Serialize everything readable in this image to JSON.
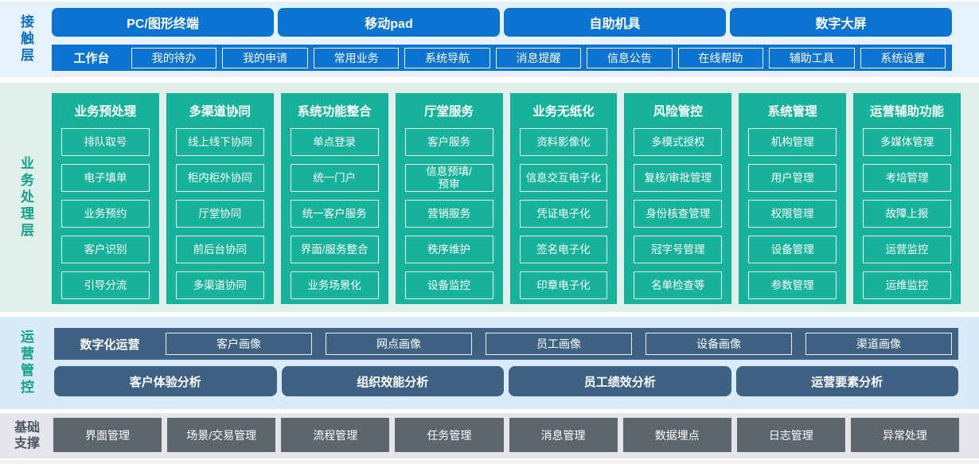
{
  "sections": {
    "contact": {
      "label": "接触层",
      "channels": [
        "PC/图形终端",
        "移动pad",
        "自助机具",
        "数字大屏"
      ],
      "workbench": {
        "label": "工作台",
        "items": [
          "我的待办",
          "我的申请",
          "常用业务",
          "系统导航",
          "消息提醒",
          "信息公告",
          "在线帮助",
          "辅助工具",
          "系统设置"
        ]
      }
    },
    "business": {
      "label": "业务处理层",
      "columns": [
        {
          "title": "业务预处理",
          "items": [
            "排队取号",
            "电子填单",
            "业务预约",
            "客户识别",
            "引导分流"
          ]
        },
        {
          "title": "多渠道协同",
          "items": [
            "线上线下协同",
            "柜内柜外协同",
            "厅堂协同",
            "前后台协同",
            "多渠道协同"
          ]
        },
        {
          "title": "系统功能整合",
          "items": [
            "单点登录",
            "统一门户",
            "统一客户服务",
            "界面/服务整合",
            "业务场景化"
          ]
        },
        {
          "title": "厅堂服务",
          "items": [
            "客户服务",
            "信息预填/\n预审",
            "营销服务",
            "秩序维护",
            "设备监控"
          ]
        },
        {
          "title": "业务无纸化",
          "items": [
            "资料影像化",
            "信息交互电子化",
            "凭证电子化",
            "签名电子化",
            "印章电子化"
          ]
        },
        {
          "title": "风险管控",
          "items": [
            "多模式授权",
            "复核/审批管理",
            "身份核查管理",
            "冠字号管理",
            "名单检查等"
          ]
        },
        {
          "title": "系统管理",
          "items": [
            "机构管理",
            "用户管理",
            "权限管理",
            "设备管理",
            "参数管理"
          ]
        },
        {
          "title": "运营辅助功能",
          "items": [
            "多媒体管理",
            "考培管理",
            "故障上报",
            "运营监控",
            "运维监控"
          ]
        }
      ]
    },
    "operations": {
      "label": "运营管控",
      "digital": {
        "label": "数字化运营",
        "items": [
          "客户画像",
          "网点画像",
          "员工画像",
          "设备画像",
          "渠道画像"
        ]
      },
      "analysis": [
        "客户体验分析",
        "组织效能分析",
        "员工绩效分析",
        "运营要素分析"
      ]
    },
    "foundation": {
      "label": "基础支撑",
      "items": [
        "界面管理",
        "场景/交易管理",
        "流程管理",
        "任务管理",
        "消息管理",
        "数据埋点",
        "日志管理",
        "异常处理"
      ]
    }
  },
  "colors": {
    "channel_blue": "#0b74d1",
    "business_teal": "#16b299",
    "operations_slate": "#3d6283",
    "foundation_gray": "#5c666f",
    "contact_bg": "#e6f2fb",
    "business_bg": "#e0efe8",
    "operations_bg": "#d7ebf8",
    "foundation_bg": "#e4e6e9"
  }
}
